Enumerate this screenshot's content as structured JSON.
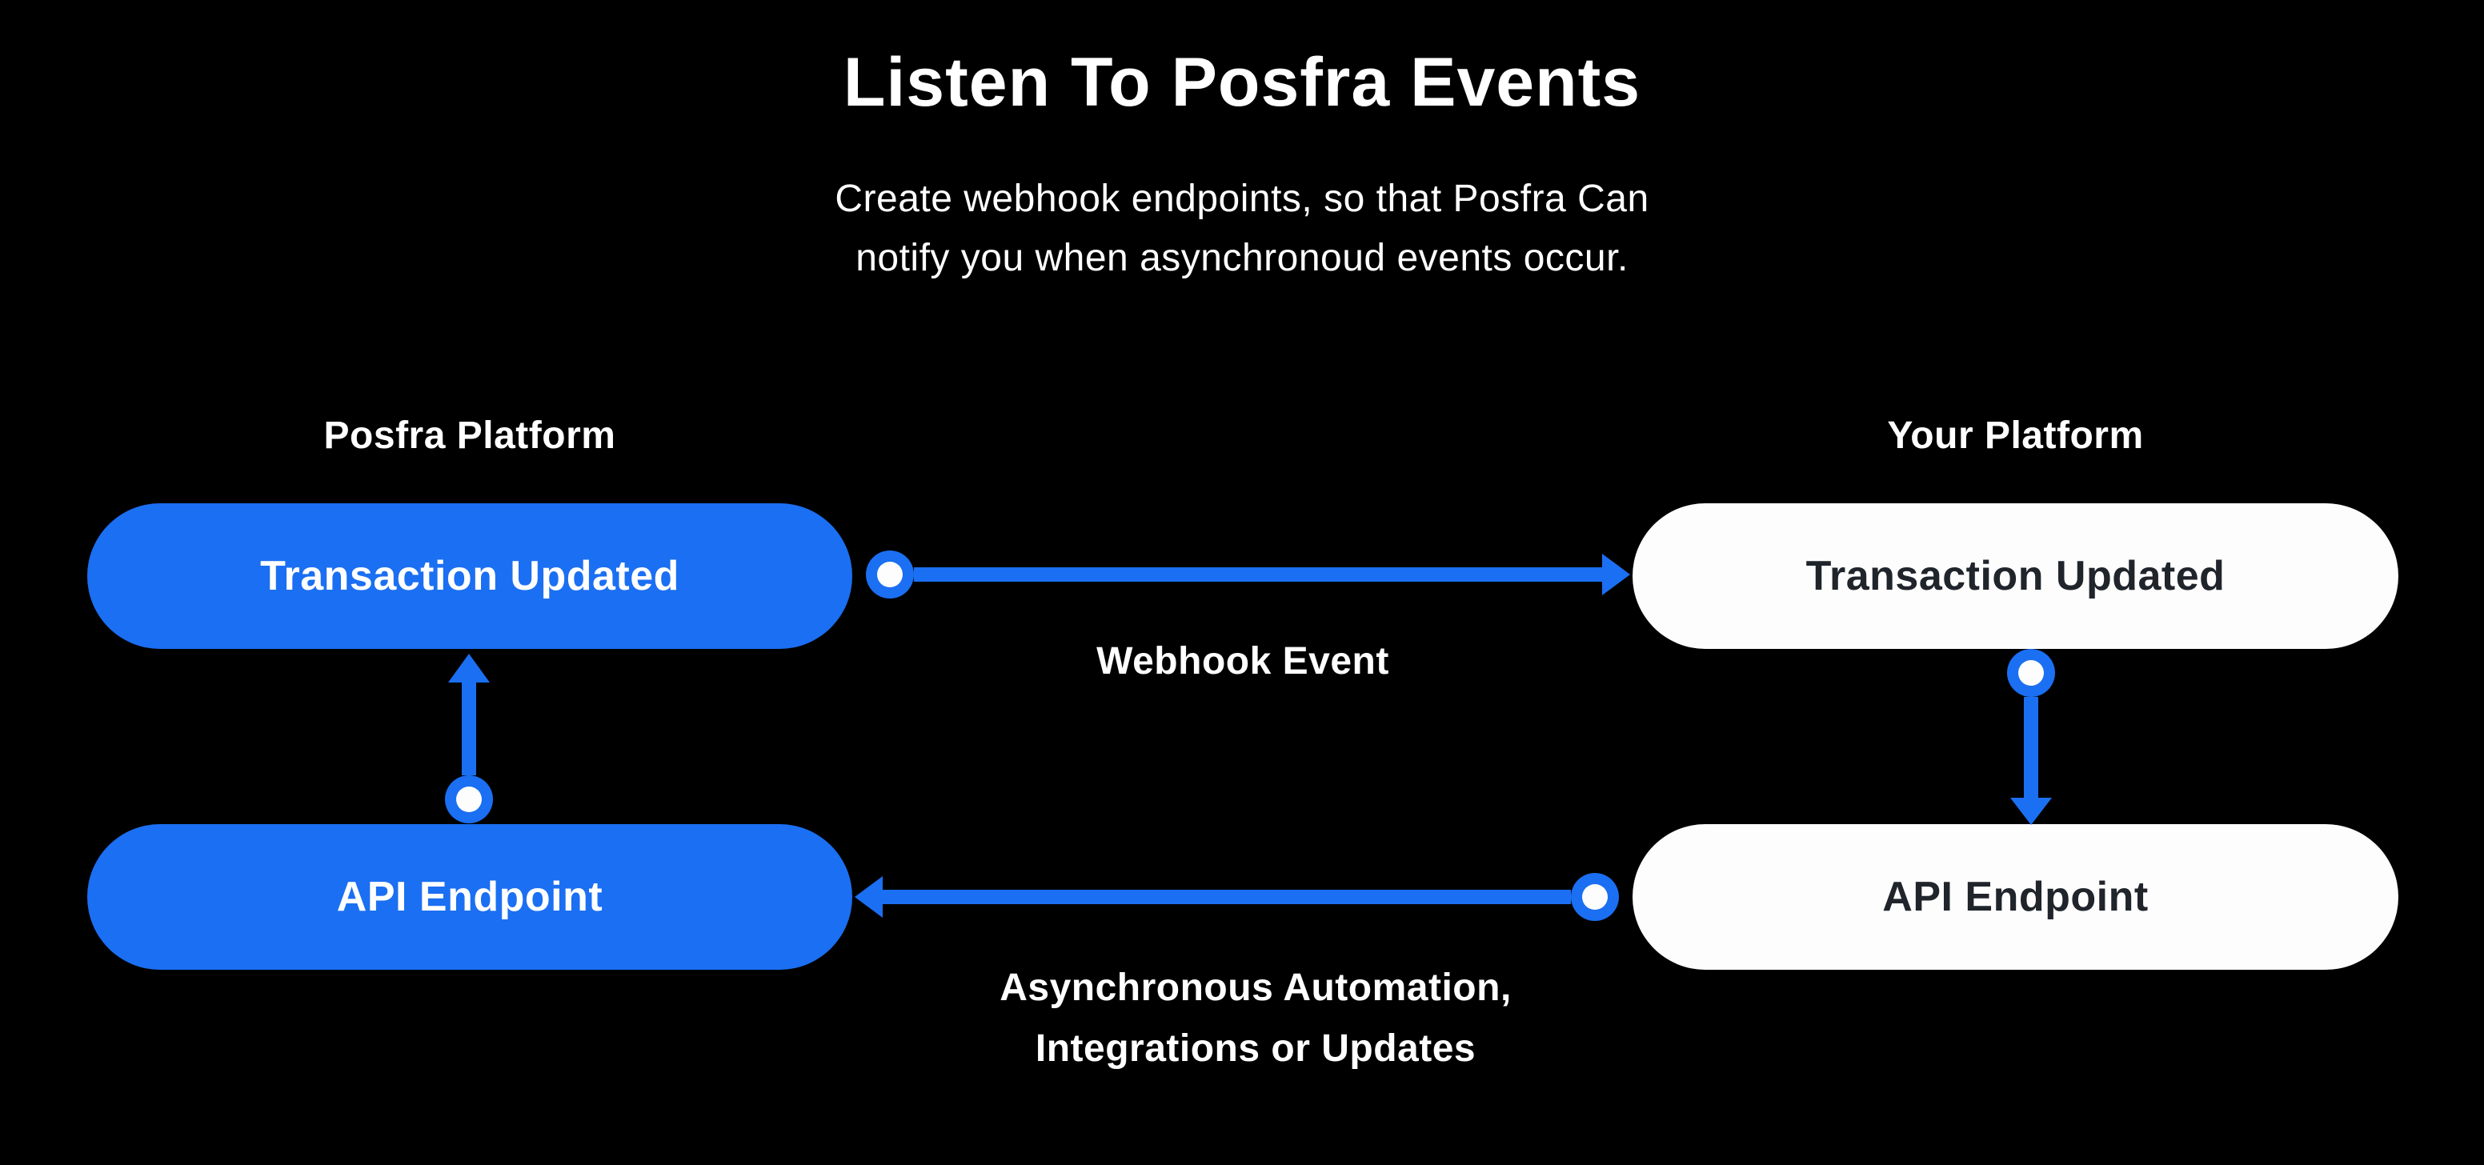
{
  "header": {
    "title": "Listen To Posfra Events",
    "subtitle_line1": "Create webhook endpoints, so that Posfra Can",
    "subtitle_line2": "notify you when asynchronoud events occur."
  },
  "columns": {
    "left": {
      "header": "Posfra Platform",
      "node_style": "blue",
      "nodes": [
        "Transaction Updated",
        "API Endpoint"
      ]
    },
    "right": {
      "header": "Your Platform",
      "node_style": "white",
      "nodes": [
        "Transaction Updated",
        "API Endpoint"
      ]
    }
  },
  "edges": {
    "webhook": {
      "label": "Webhook Event",
      "direction": "left-to-right",
      "from": "Posfra Platform / Transaction Updated",
      "to": "Your Platform / Transaction Updated"
    },
    "platform_internal_right": {
      "direction": "top-to-bottom",
      "from": "Your Platform / Transaction Updated",
      "to": "Your Platform / API Endpoint"
    },
    "async": {
      "label_line1": "Asynchronous Automation,",
      "label_line2": "Integrations or Updates",
      "direction": "right-to-left",
      "from": "Your Platform / API Endpoint",
      "to": "Posfra Platform / API Endpoint"
    },
    "platform_internal_left": {
      "direction": "bottom-to-top",
      "from": "Posfra Platform / API Endpoint",
      "to": "Posfra Platform / Transaction Updated"
    }
  },
  "colors": {
    "background": "#000000",
    "accent_blue": "#1B6FF2",
    "node_white": "#FDFDFD",
    "text_light": "#FFFFFF",
    "text_dark": "#20242B"
  }
}
